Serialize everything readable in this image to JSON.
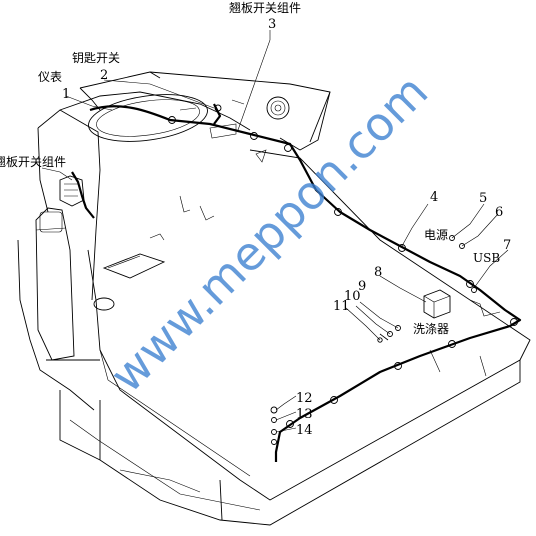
{
  "labels": {
    "l1": {
      "num": "1",
      "text": "仪表"
    },
    "l2": {
      "num": "2",
      "text": "钥匙开关"
    },
    "l3": {
      "num": "3",
      "text": "翘板开关组件"
    },
    "l_left": {
      "text": "翘板开关组件"
    },
    "l4": {
      "num": "4"
    },
    "l5": {
      "num": "5",
      "text": "电源"
    },
    "l6": {
      "num": "6"
    },
    "l7": {
      "num": "7",
      "text": "USB"
    },
    "l8": {
      "num": "8",
      "text": "洗涤器"
    },
    "l9": {
      "num": "9"
    },
    "l10": {
      "num": "10"
    },
    "l11": {
      "num": "11"
    },
    "l12": {
      "num": "12"
    },
    "l13": {
      "num": "13"
    },
    "l14": {
      "num": "14"
    }
  },
  "watermark": {
    "text": "www.meppon.com",
    "color": "#3b7fd0"
  }
}
